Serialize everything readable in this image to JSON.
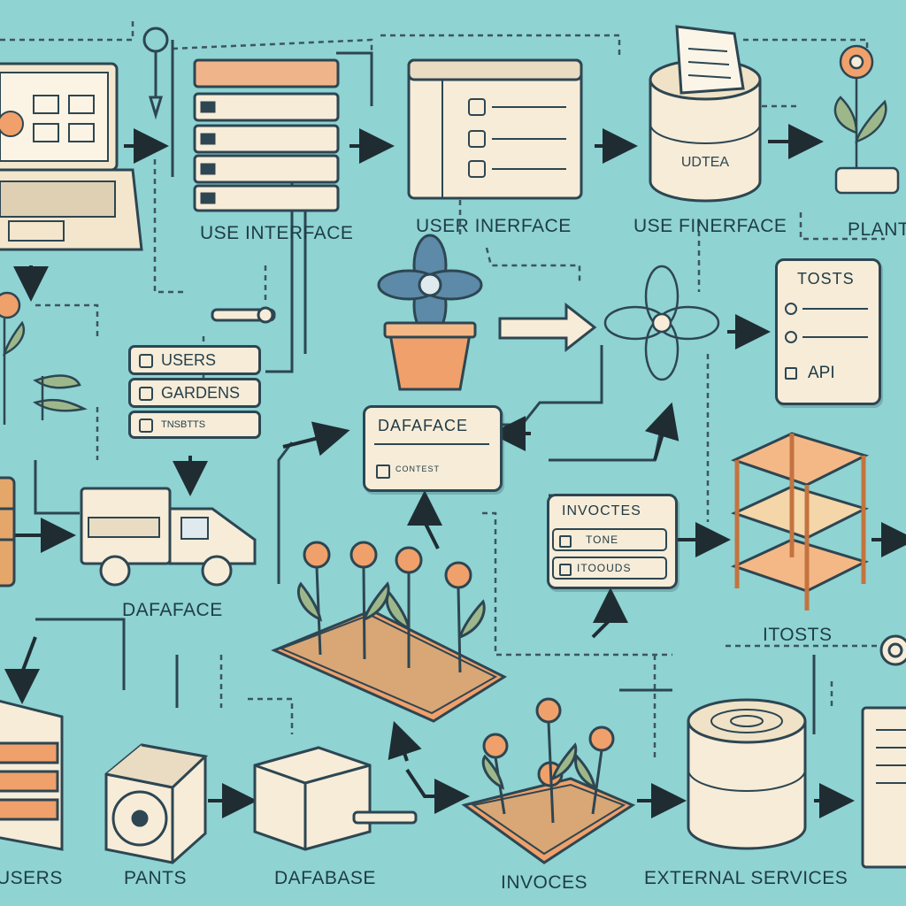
{
  "labels": {
    "use_interface_1": "USE INTERFACE",
    "user_inerface": "USER INERFACE",
    "use_finerface": "USE FINERFACE",
    "plant": "PLANT",
    "dafaface": "DAFAFACE",
    "itosts": "ITOSTS",
    "users": "USERS",
    "pants": "PANTS",
    "dafabase": "DAFABASE",
    "invoces": "INVOCES",
    "external_services": "EXTERNAL SERVICES"
  },
  "drum_label": "UDTEA",
  "list_users_gardens": {
    "items": [
      "USERS",
      "GARDENS",
      "TNSBTTS"
    ]
  },
  "database_card": {
    "title": "DAFAFACE",
    "rows": [
      "",
      "CONTEST"
    ]
  },
  "invoices_card": {
    "items": [
      "INVOCTES",
      "TONE",
      "ITOOUDS"
    ]
  },
  "tosts_card": {
    "items": [
      "TOSTS",
      "",
      "API"
    ]
  },
  "colors": {
    "background": "#8fd3d3",
    "panel": "#f6ecd8",
    "outline": "#2d4652",
    "accent_orange": "#f0a06a",
    "leaf": "#7c9a6a"
  }
}
